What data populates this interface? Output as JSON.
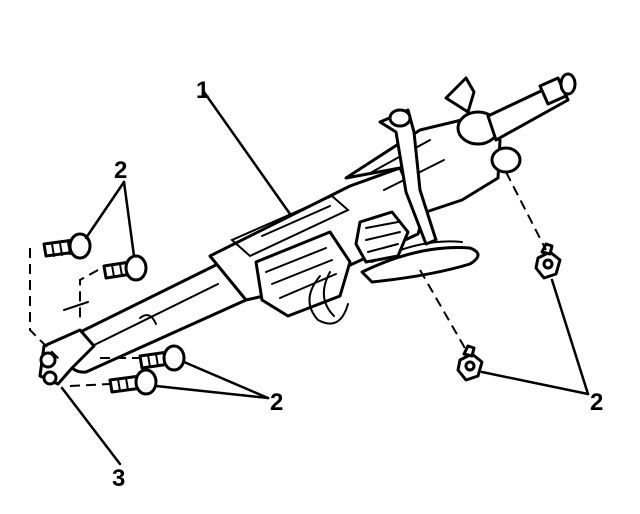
{
  "callouts": {
    "steering_column": "1",
    "bolt_upper_left": "2",
    "bolts_lower_left": "2",
    "bolts_right": "2",
    "bracket": "3"
  }
}
